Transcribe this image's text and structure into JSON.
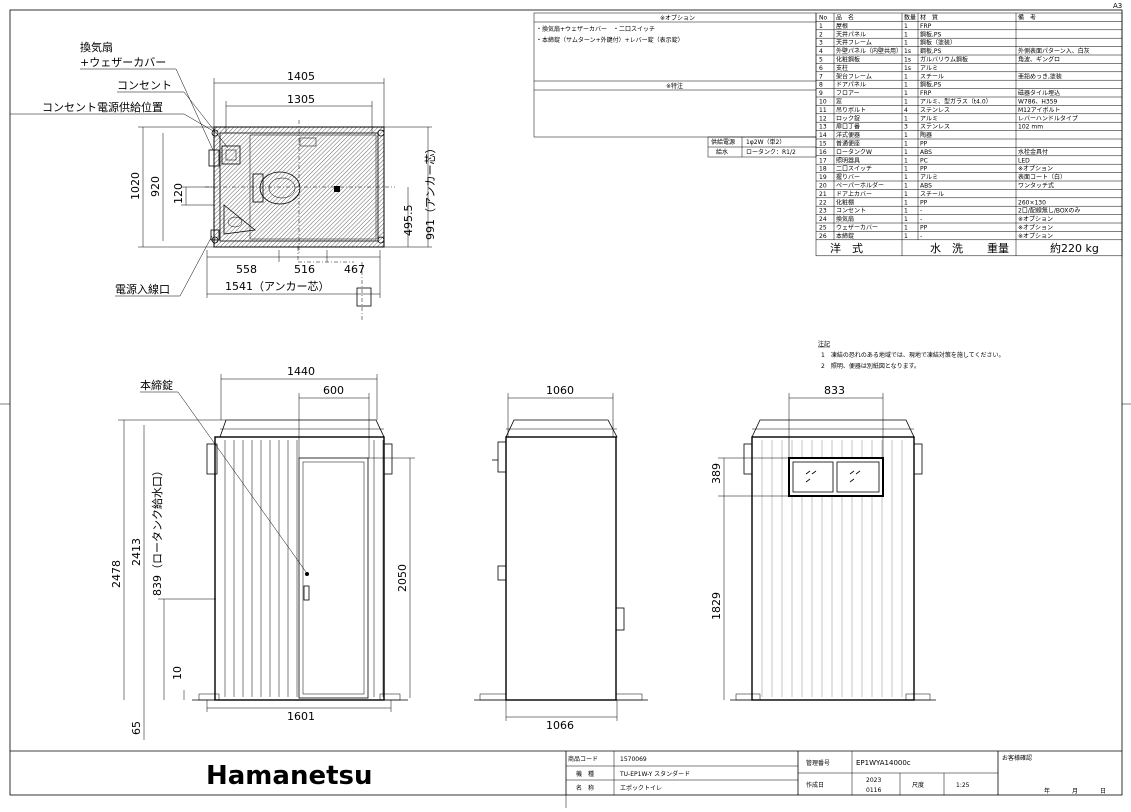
{
  "sheet_size": "A3",
  "options_table": {
    "header": "※オプション",
    "lines": [
      "・換気扇+ウェザーカバー　・二口スイッチ",
      "・本締錠（サムターン+外鍵付）+レバー錠（表示錠）"
    ],
    "special_header": "※特注"
  },
  "supply": {
    "power_label": "供給電源",
    "power_value": "1φ2W（単2）",
    "water_label": "給水",
    "water_value": "ロータンク：R1/2"
  },
  "parts_table": {
    "headers": [
      "No",
      "品　名",
      "数量",
      "材　質",
      "備　考"
    ],
    "rows": [
      [
        "1",
        "屋根",
        "1",
        "FRP",
        ""
      ],
      [
        "2",
        "天井パネル",
        "1",
        "鋼板,PS",
        ""
      ],
      [
        "3",
        "天井フレーム",
        "1",
        "鋼板（塗装）",
        ""
      ],
      [
        "4",
        "外壁パネル（内壁共用）",
        "1s",
        "鋼板,PS",
        "外側表面パターン入、白灰"
      ],
      [
        "5",
        "化粧鋼板",
        "1s",
        "ガルバリウム鋼板",
        "角波、ギングロ"
      ],
      [
        "6",
        "支柱",
        "1s",
        "アルミ",
        ""
      ],
      [
        "7",
        "架台フレーム",
        "1",
        "スチール",
        "亜鉛めっき,塗装"
      ],
      [
        "8",
        "ドアパネル",
        "1",
        "鋼板,PS",
        ""
      ],
      [
        "9",
        "フロアー",
        "1",
        "FRP",
        "磁器タイル埋込"
      ],
      [
        "10",
        "窓",
        "1",
        "アルミ、型ガラス（t4.0）",
        "W786、H359"
      ],
      [
        "11",
        "吊りボルト",
        "4",
        "ステンレス",
        "M12アイボルト"
      ],
      [
        "12",
        "ロック錠",
        "1",
        "アルミ",
        "レバーハンドルタイプ"
      ],
      [
        "13",
        "扉口丁番",
        "3",
        "ステンレス",
        "102 mm"
      ],
      [
        "14",
        "洋式便器",
        "1",
        "陶器",
        ""
      ],
      [
        "15",
        "普通便座",
        "1",
        "PP",
        ""
      ],
      [
        "16",
        "ロータンクW",
        "1",
        "ABS",
        "水栓金具付"
      ],
      [
        "17",
        "照明器具",
        "1",
        "PC",
        "LED"
      ],
      [
        "18",
        "二口スイッチ",
        "1",
        "PP",
        "※オプション"
      ],
      [
        "19",
        "握りバー",
        "1",
        "アルミ",
        "表面コート（白）"
      ],
      [
        "20",
        "ペーパーホルダー",
        "1",
        "ABS",
        "ワンタッチ式"
      ],
      [
        "21",
        "ドア上カバー",
        "1",
        "スチール",
        ""
      ],
      [
        "22",
        "化粧棚",
        "1",
        "PP",
        "260×130"
      ],
      [
        "23",
        "コンセント",
        "1",
        "-",
        "2口/配線無し/BOXのみ"
      ],
      [
        "24",
        "換気扇",
        "1",
        "-",
        "※オプション"
      ],
      [
        "25",
        "ウェザーカバー",
        "1",
        "PP",
        "※オプション"
      ],
      [
        "26",
        "本締錠",
        "1",
        "-",
        "※オプション"
      ]
    ],
    "footer": {
      "style_label": "洋　式",
      "wash_label": "水　洗",
      "weight_label": "重量",
      "weight_value": "約220 kg"
    }
  },
  "notes": {
    "header": "注記",
    "items": [
      "1　凍結の恐れのある地域では、現地で凍結対策を施してください。",
      "2　照明、便器は別紙図となります。"
    ]
  },
  "plan_labels": {
    "fan": "換気扇",
    "weather": "+ウェザーカバー",
    "outlet": "コンセント",
    "outlet_supply": "コンセント電源供給位置",
    "power_entry": "電源入線口",
    "deadbolt": "本締錠"
  },
  "dims": {
    "plan_w_outer": "1405",
    "plan_w_inner": "1305",
    "plan_h_outer": "1020",
    "plan_h_inner": "920",
    "plan_120": "120",
    "anchor_h": "991（アンカー芯）",
    "anchor_half": "495.5",
    "b1": "558",
    "b2": "516",
    "b3": "467",
    "anchor_w": "1541（アンカー芯）",
    "front_w": "1440",
    "door_w": "600",
    "h_total": "2478",
    "h_body": "2413",
    "tank_h": "839（ロータンク給水口）",
    "h10": "10",
    "door_h": "2050",
    "base_w": "1601",
    "h65": "65",
    "side_w": "1060",
    "side_base": "1066",
    "back_w": "833",
    "win_h": "389",
    "sill_h": "1829"
  },
  "title_block": {
    "code_label": "商品コード",
    "code_value": "1570069",
    "model_label": "機　種",
    "model_value": "TU-EP1W-Y スタンダード",
    "name_label": "名　称",
    "name_value": "エポックトイレ",
    "mgmt_label": "管理番号",
    "mgmt_value": "EP1WYA14000c",
    "date_label": "作成日",
    "date_value": "2023\n0116",
    "scale_label": "尺度",
    "scale_value": "1:25",
    "confirm_label": "お客様確認",
    "year": "年",
    "month": "月",
    "day": "日"
  },
  "brand": "Hamanetsu"
}
